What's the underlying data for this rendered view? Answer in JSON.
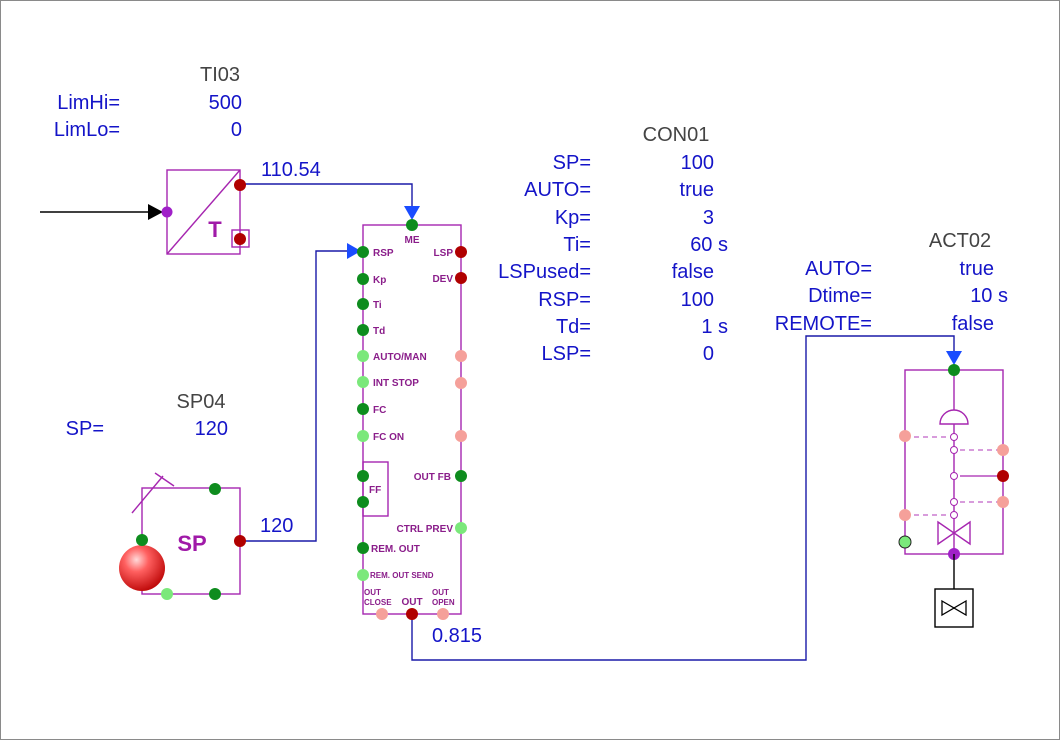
{
  "colors": {
    "param_text": "#1414c8",
    "title_text": "#444444",
    "wire": "#1a1aa8",
    "block": "#a626b0",
    "connected_pin": "#0e8c1e",
    "light_pin": "#7be87b",
    "error_pin": "#b00000",
    "inactive_pin": "#f5a09a",
    "input_pin": "#a020c8"
  },
  "ti03": {
    "title": "TI03",
    "params": [
      {
        "name": "LimHi=",
        "value": "500"
      },
      {
        "name": "LimLo=",
        "value": "0"
      }
    ],
    "symbol": "T",
    "output_value": "110.54"
  },
  "con01": {
    "title": "CON01",
    "params": [
      {
        "name": "SP=",
        "value": "100"
      },
      {
        "name": "AUTO=",
        "value": "true"
      },
      {
        "name": "Kp=",
        "value": "3"
      },
      {
        "name": "Ti=",
        "value": "60 s"
      },
      {
        "name": "LSPused=",
        "value": "false"
      },
      {
        "name": "RSP=",
        "value": "100"
      },
      {
        "name": "Td=",
        "value": "1 s"
      },
      {
        "name": "LSP=",
        "value": "0"
      }
    ],
    "pins": {
      "me": "ME",
      "rsp": "RSP",
      "kp": "Kp",
      "ti": "Ti",
      "td": "Td",
      "auto_man": "AUTO/MAN",
      "int_stop": "INT STOP",
      "fc": "FC",
      "fc_on": "FC ON",
      "ff": "FF",
      "rem_out": "REM. OUT",
      "rem_out_send": "REM. OUT SEND",
      "lsp": "LSP",
      "dev": "DEV",
      "out_fb": "OUT FB",
      "ctrl_prev": "CTRL PREV",
      "out_close_1": "OUT",
      "out_close_2": "CLOSE",
      "out": "OUT",
      "out_open_1": "OUT",
      "out_open_2": "OPEN"
    },
    "output_value": "0.815"
  },
  "sp04": {
    "title": "SP04",
    "params": [
      {
        "name": "SP=",
        "value": "120"
      }
    ],
    "symbol": "SP",
    "output_value": "120"
  },
  "act02": {
    "title": "ACT02",
    "params": [
      {
        "name": "AUTO=",
        "value": "true"
      },
      {
        "name": "Dtime=",
        "value": "10 s"
      },
      {
        "name": "REMOTE=",
        "value": "false"
      }
    ]
  }
}
